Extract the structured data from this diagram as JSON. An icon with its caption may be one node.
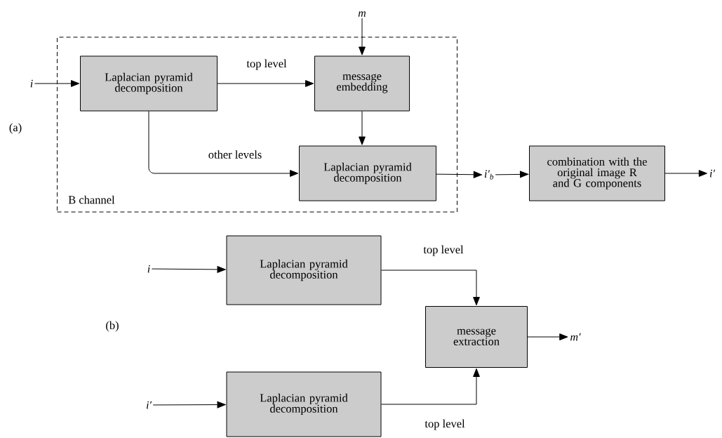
{
  "diagram": {
    "nodes": [
      {
        "text": [
          "B channel"
        ]
      },
      {
        "text": [
          "Laplacian pyramid decomposition"
        ],
        "in": 0
      },
      {
        "text": [
          "message embedding"
        ],
        "in": 0
      },
      {
        "text": [
          "Laplacian pyramid decomposition"
        ],
        "in": 0
      },
      {
        "text": [
          "combination with the original image R and G components"
        ]
      },
      {
        "text": [
          "i"
        ]
      },
      {
        "text": [
          "m"
        ]
      },
      {
        "text": [
          "*i*′$_{b}$"
        ]
      },
      {
        "text": [
          "i′"
        ]
      },
      {
        "text": [
          "Laplacian pyramid decomposition"
        ]
      },
      {
        "text": [
          "Laplacian pyramid decomposition"
        ]
      },
      {
        "text": [
          "message extraction"
        ]
      },
      {
        "text": [
          "i"
        ]
      },
      {
        "text": [
          "i′"
        ]
      },
      {
        "text": [
          "m′"
        ]
      }
    ],
    "edges": [
      {
        "from": 5,
        "to": 1,
        "arrow": "to"
      },
      {
        "from": 1,
        "to": 2,
        "arrow": "to",
        "label": "top level"
      },
      {
        "from": 6,
        "to": 2,
        "arrow": "to"
      },
      {
        "from": 2,
        "to": 3,
        "arrow": "to"
      },
      {
        "from": 1,
        "to": 3,
        "arrow": "to",
        "label": "other levels"
      },
      {
        "from": 3,
        "to": 7,
        "arrow": "to"
      },
      {
        "from": 7,
        "to": 4,
        "arrow": "to"
      },
      {
        "from": 4,
        "to": 8,
        "arrow": "to"
      },
      {
        "from": 12,
        "to": 9,
        "arrow": "to"
      },
      {
        "from": 13,
        "to": 10,
        "arrow": "to"
      },
      {
        "from": 9,
        "to": 11,
        "arrow": "to",
        "label": "top level"
      },
      {
        "from": 10,
        "to": 11,
        "arrow": "to",
        "label": "top level"
      },
      {
        "from": 11,
        "to": 14,
        "arrow": "to"
      }
    ],
    "labels": [
      "(a)",
      "(b)"
    ]
  }
}
